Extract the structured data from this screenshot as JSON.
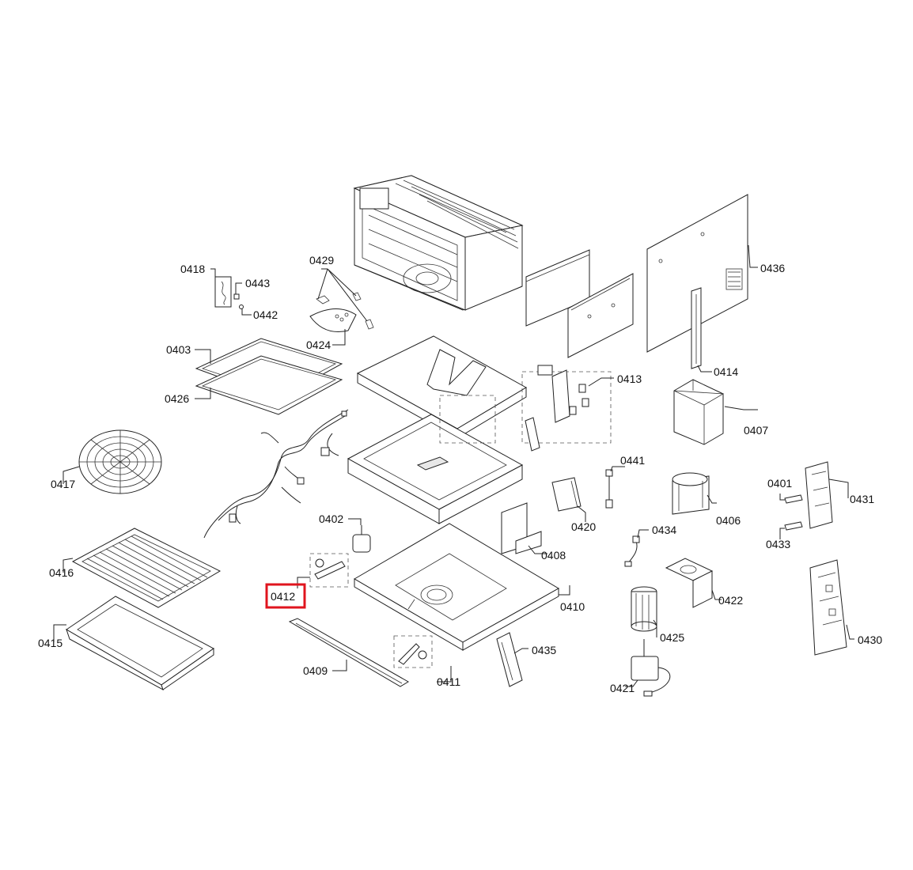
{
  "highlight_color": "#e0141e",
  "line_color": "#222222",
  "labels": {
    "p0401": "0401",
    "p0402": "0402",
    "p0403": "0403",
    "p0406": "0406",
    "p0407": "0407",
    "p0408": "0408",
    "p0409": "0409",
    "p0410": "0410",
    "p0411": "0411",
    "p0412": "0412",
    "p0413": "0413",
    "p0414": "0414",
    "p0415": "0415",
    "p0416": "0416",
    "p0417": "0417",
    "p0418": "0418",
    "p0420": "0420",
    "p0421": "0421",
    "p0422": "0422",
    "p0424": "0424",
    "p0425": "0425",
    "p0426": "0426",
    "p0429": "0429",
    "p0430": "0430",
    "p0431": "0431",
    "p0433": "0433",
    "p0434": "0434",
    "p0435": "0435",
    "p0436": "0436",
    "p0441": "0441",
    "p0442": "0442",
    "p0443": "0443"
  },
  "highlighted_label": "0412"
}
